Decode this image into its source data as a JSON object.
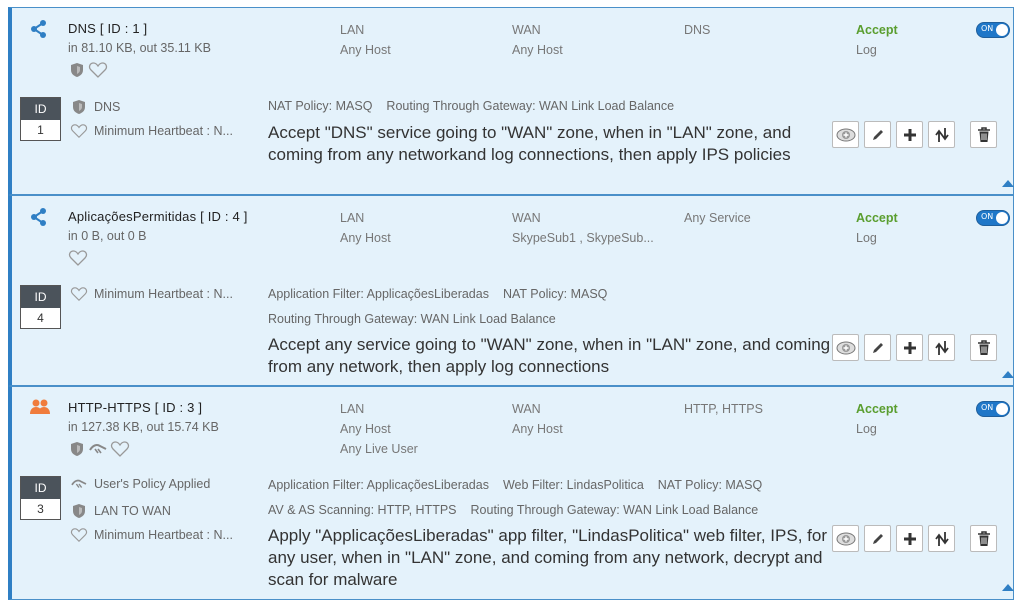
{
  "rules": [
    {
      "icon": "share-icon",
      "title": "DNS [ ID : 1 ]",
      "traffic": "in 81.10 KB, out 35.11 KB",
      "badges": [
        "shield-icon",
        "heart-icon"
      ],
      "source": [
        "LAN",
        "Any Host"
      ],
      "destination": [
        "WAN",
        "Any Host"
      ],
      "service": [
        "DNS"
      ],
      "action": "Accept",
      "log": "Log",
      "toggle": "ON",
      "id_header": "ID",
      "id": "1",
      "meta_left": [
        {
          "icon": "shield-icon",
          "text": "DNS"
        },
        {
          "icon": "heart-icon",
          "text": "Minimum Heartbeat : N..."
        }
      ],
      "meta_right": [
        [
          "NAT Policy: MASQ",
          "Routing Through Gateway: WAN Link Load Balance"
        ]
      ],
      "description": "Accept \"DNS\" service going to \"WAN\" zone, when in \"LAN\" zone, and coming from any networkand log connections, then apply IPS policies"
    },
    {
      "icon": "share-icon",
      "title": "AplicaçõesPermitidas [ ID : 4 ]",
      "traffic": "in 0 B, out 0 B",
      "badges": [
        "heart-icon"
      ],
      "source": [
        "LAN",
        "Any Host"
      ],
      "destination": [
        "WAN",
        "SkypeSub1 , SkypeSub..."
      ],
      "service": [
        "Any Service"
      ],
      "action": "Accept",
      "log": "Log",
      "toggle": "ON",
      "id_header": "ID",
      "id": "4",
      "meta_left": [
        {
          "icon": "heart-icon",
          "text": "Minimum Heartbeat : N..."
        }
      ],
      "meta_right": [
        [
          "Application Filter: ApplicaçõesLiberadas",
          "NAT Policy: MASQ"
        ],
        [
          "Routing Through Gateway: WAN Link Load Balance"
        ]
      ],
      "description": "Accept any service going to \"WAN\" zone, when in \"LAN\" zone, and coming from any network, then apply log connections"
    },
    {
      "icon": "users-icon",
      "title": "HTTP-HTTPS [ ID : 3 ]",
      "traffic": "in 127.38 KB, out 15.74 KB",
      "badges": [
        "shield-icon",
        "handshake-icon",
        "heart-icon"
      ],
      "source": [
        "LAN",
        "Any Host",
        "Any Live User"
      ],
      "destination": [
        "WAN",
        "Any Host"
      ],
      "service": [
        "HTTP, HTTPS"
      ],
      "action": "Accept",
      "log": "Log",
      "toggle": "ON",
      "id_header": "ID",
      "id": "3",
      "meta_left": [
        {
          "icon": "handshake-icon",
          "text": "User's Policy Applied"
        },
        {
          "icon": "shield-icon",
          "text": "LAN TO WAN"
        },
        {
          "icon": "heart-icon",
          "text": "Minimum Heartbeat : N..."
        }
      ],
      "meta_right": [
        [
          "Application Filter: ApplicaçõesLiberadas",
          "Web Filter: LindasPolitica",
          "NAT Policy: MASQ"
        ],
        [
          "AV & AS Scanning: HTTP, HTTPS",
          "Routing Through Gateway: WAN Link Load Balance"
        ]
      ],
      "description": "Apply \"ApplicaçõesLiberadas\" app filter, \"LindasPolitica\" web filter, IPS, for any user, when in \"LAN\" zone, and coming from any network, decrypt and scan for malware"
    }
  ],
  "colors": {
    "accent": "#2f7fc4",
    "accept": "#5a9e2f",
    "row_bg": "#e4f2fb",
    "users_icon": "#f07c3c"
  }
}
